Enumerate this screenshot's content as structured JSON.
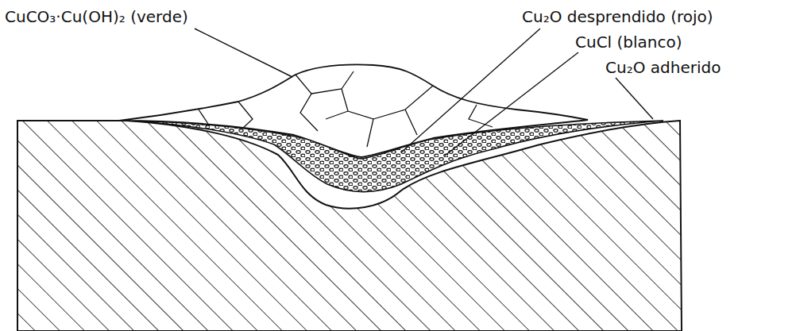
{
  "diagram": {
    "labels": [
      "CuCO₃·Cu(OH)₂ (verde)",
      "Cu₂O desprendido (rojo)",
      "CuCl (blanco)",
      "Cu₂O adherido"
    ]
  }
}
